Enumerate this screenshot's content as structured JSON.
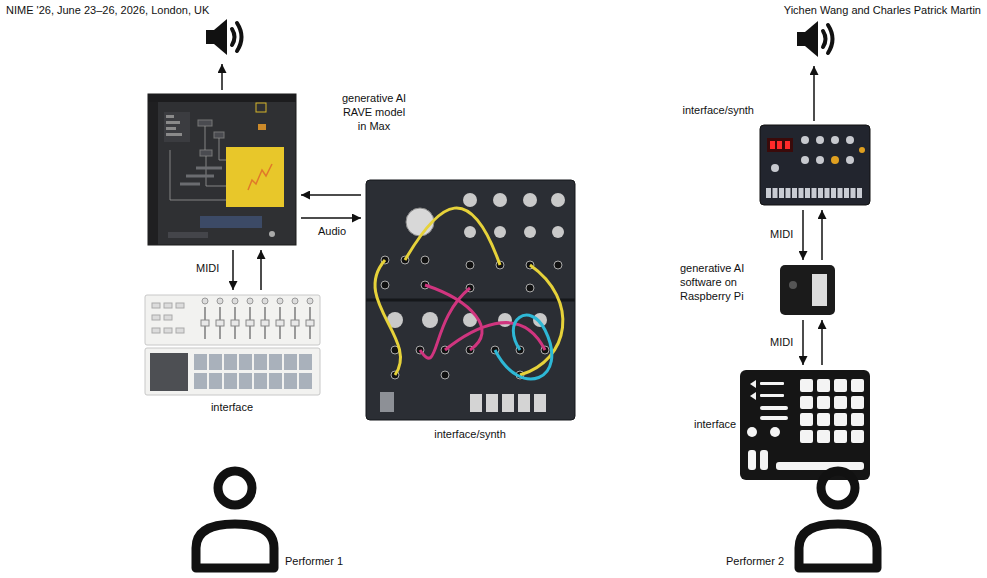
{
  "diagram": {
    "nodes": [
      {
        "text": [
          "generative AI RAVE model in Max"
        ]
      },
      {
        "text": [
          "interface/synth"
        ]
      },
      {
        "text": [
          "interface"
        ]
      },
      {
        "text": [
          "Performer 1"
        ]
      },
      {
        "text": [
          "interface/synth"
        ]
      },
      {
        "text": [
          "generative AI software on Raspberry Pi"
        ]
      },
      {
        "text": [
          "interface"
        ]
      },
      {
        "text": [
          "Performer 2"
        ]
      }
    ],
    "edges": [
      {
        "from": 1,
        "to": 0,
        "arrow": "to"
      },
      {
        "from": 0,
        "to": 1,
        "arrow": "to",
        "label": "Audio"
      },
      {
        "from": 0,
        "to": 2,
        "arrow": "to",
        "label": "MIDI"
      },
      {
        "from": 2,
        "to": 0,
        "arrow": "to"
      },
      {
        "from": 4,
        "to": 5,
        "arrow": "to",
        "label": "MIDI"
      },
      {
        "from": 5,
        "to": 4,
        "arrow": "to"
      },
      {
        "from": 5,
        "to": 6,
        "arrow": "to",
        "label": "MIDI"
      },
      {
        "from": 6,
        "to": 5,
        "arrow": "to"
      }
    ],
    "labels": [
      "NIME '26, June 23–26, 2026, London, UK",
      "Yichen Wang and Charles Patrick Martin"
    ]
  }
}
